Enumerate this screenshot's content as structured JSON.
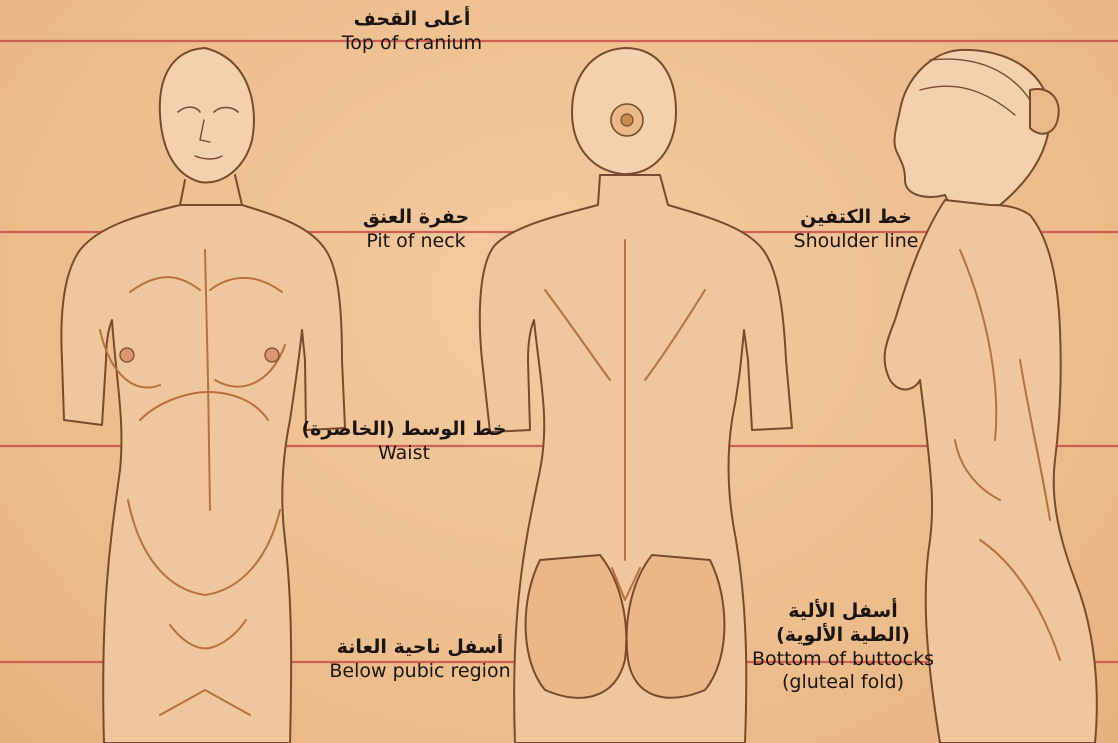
{
  "labels": {
    "top_of_cranium": {
      "ar": "أعلى القحف",
      "en": "Top of cranium"
    },
    "pit_of_neck": {
      "ar": "حفرة العنق",
      "en": "Pit of neck"
    },
    "shoulder_line": {
      "ar": "خط الكتفين",
      "en": "Shoulder line"
    },
    "waist": {
      "ar": "خط الوسط (الخاصرة)",
      "en": "Waist"
    },
    "below_pubic": {
      "ar": "أسفل ناحية العانة",
      "en": "Below pubic region"
    },
    "bottom_buttocks": {
      "ar1": "أسفل الألية",
      "ar2": "(الطية الألوية)",
      "en1": "Bottom of buttocks",
      "en2": "(gluteal fold)"
    }
  },
  "colors": {
    "paper": "#eebf90",
    "guide_line": "#c8504a",
    "sketch_stroke": "#7a4a2e",
    "shading": "#d98a45"
  }
}
